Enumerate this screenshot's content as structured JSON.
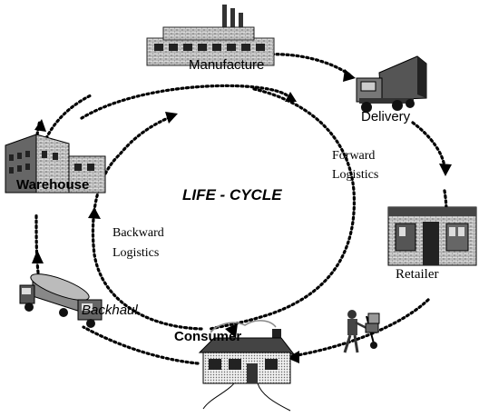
{
  "diagram": {
    "title": "LIFE - CYCLE",
    "nodes": {
      "manufacture": "Manufacture",
      "delivery": "Delivery",
      "retailer": "Retailer",
      "consumer": "Consumer",
      "backhaul": "Backhaul",
      "warehouse": "Warehouse"
    },
    "flows": {
      "forward_line1": "Forward",
      "forward_line2": "Logistics",
      "backward_line1": "Backward",
      "backward_line2": "Logistics"
    },
    "colors": {
      "line": "#000000",
      "background": "#ffffff"
    },
    "icons": [
      "factory-icon",
      "truck-icon",
      "storefront-icon",
      "house-icon",
      "hand-truck-worker-icon",
      "tanker-truck-icon",
      "warehouse-building-icon"
    ]
  }
}
